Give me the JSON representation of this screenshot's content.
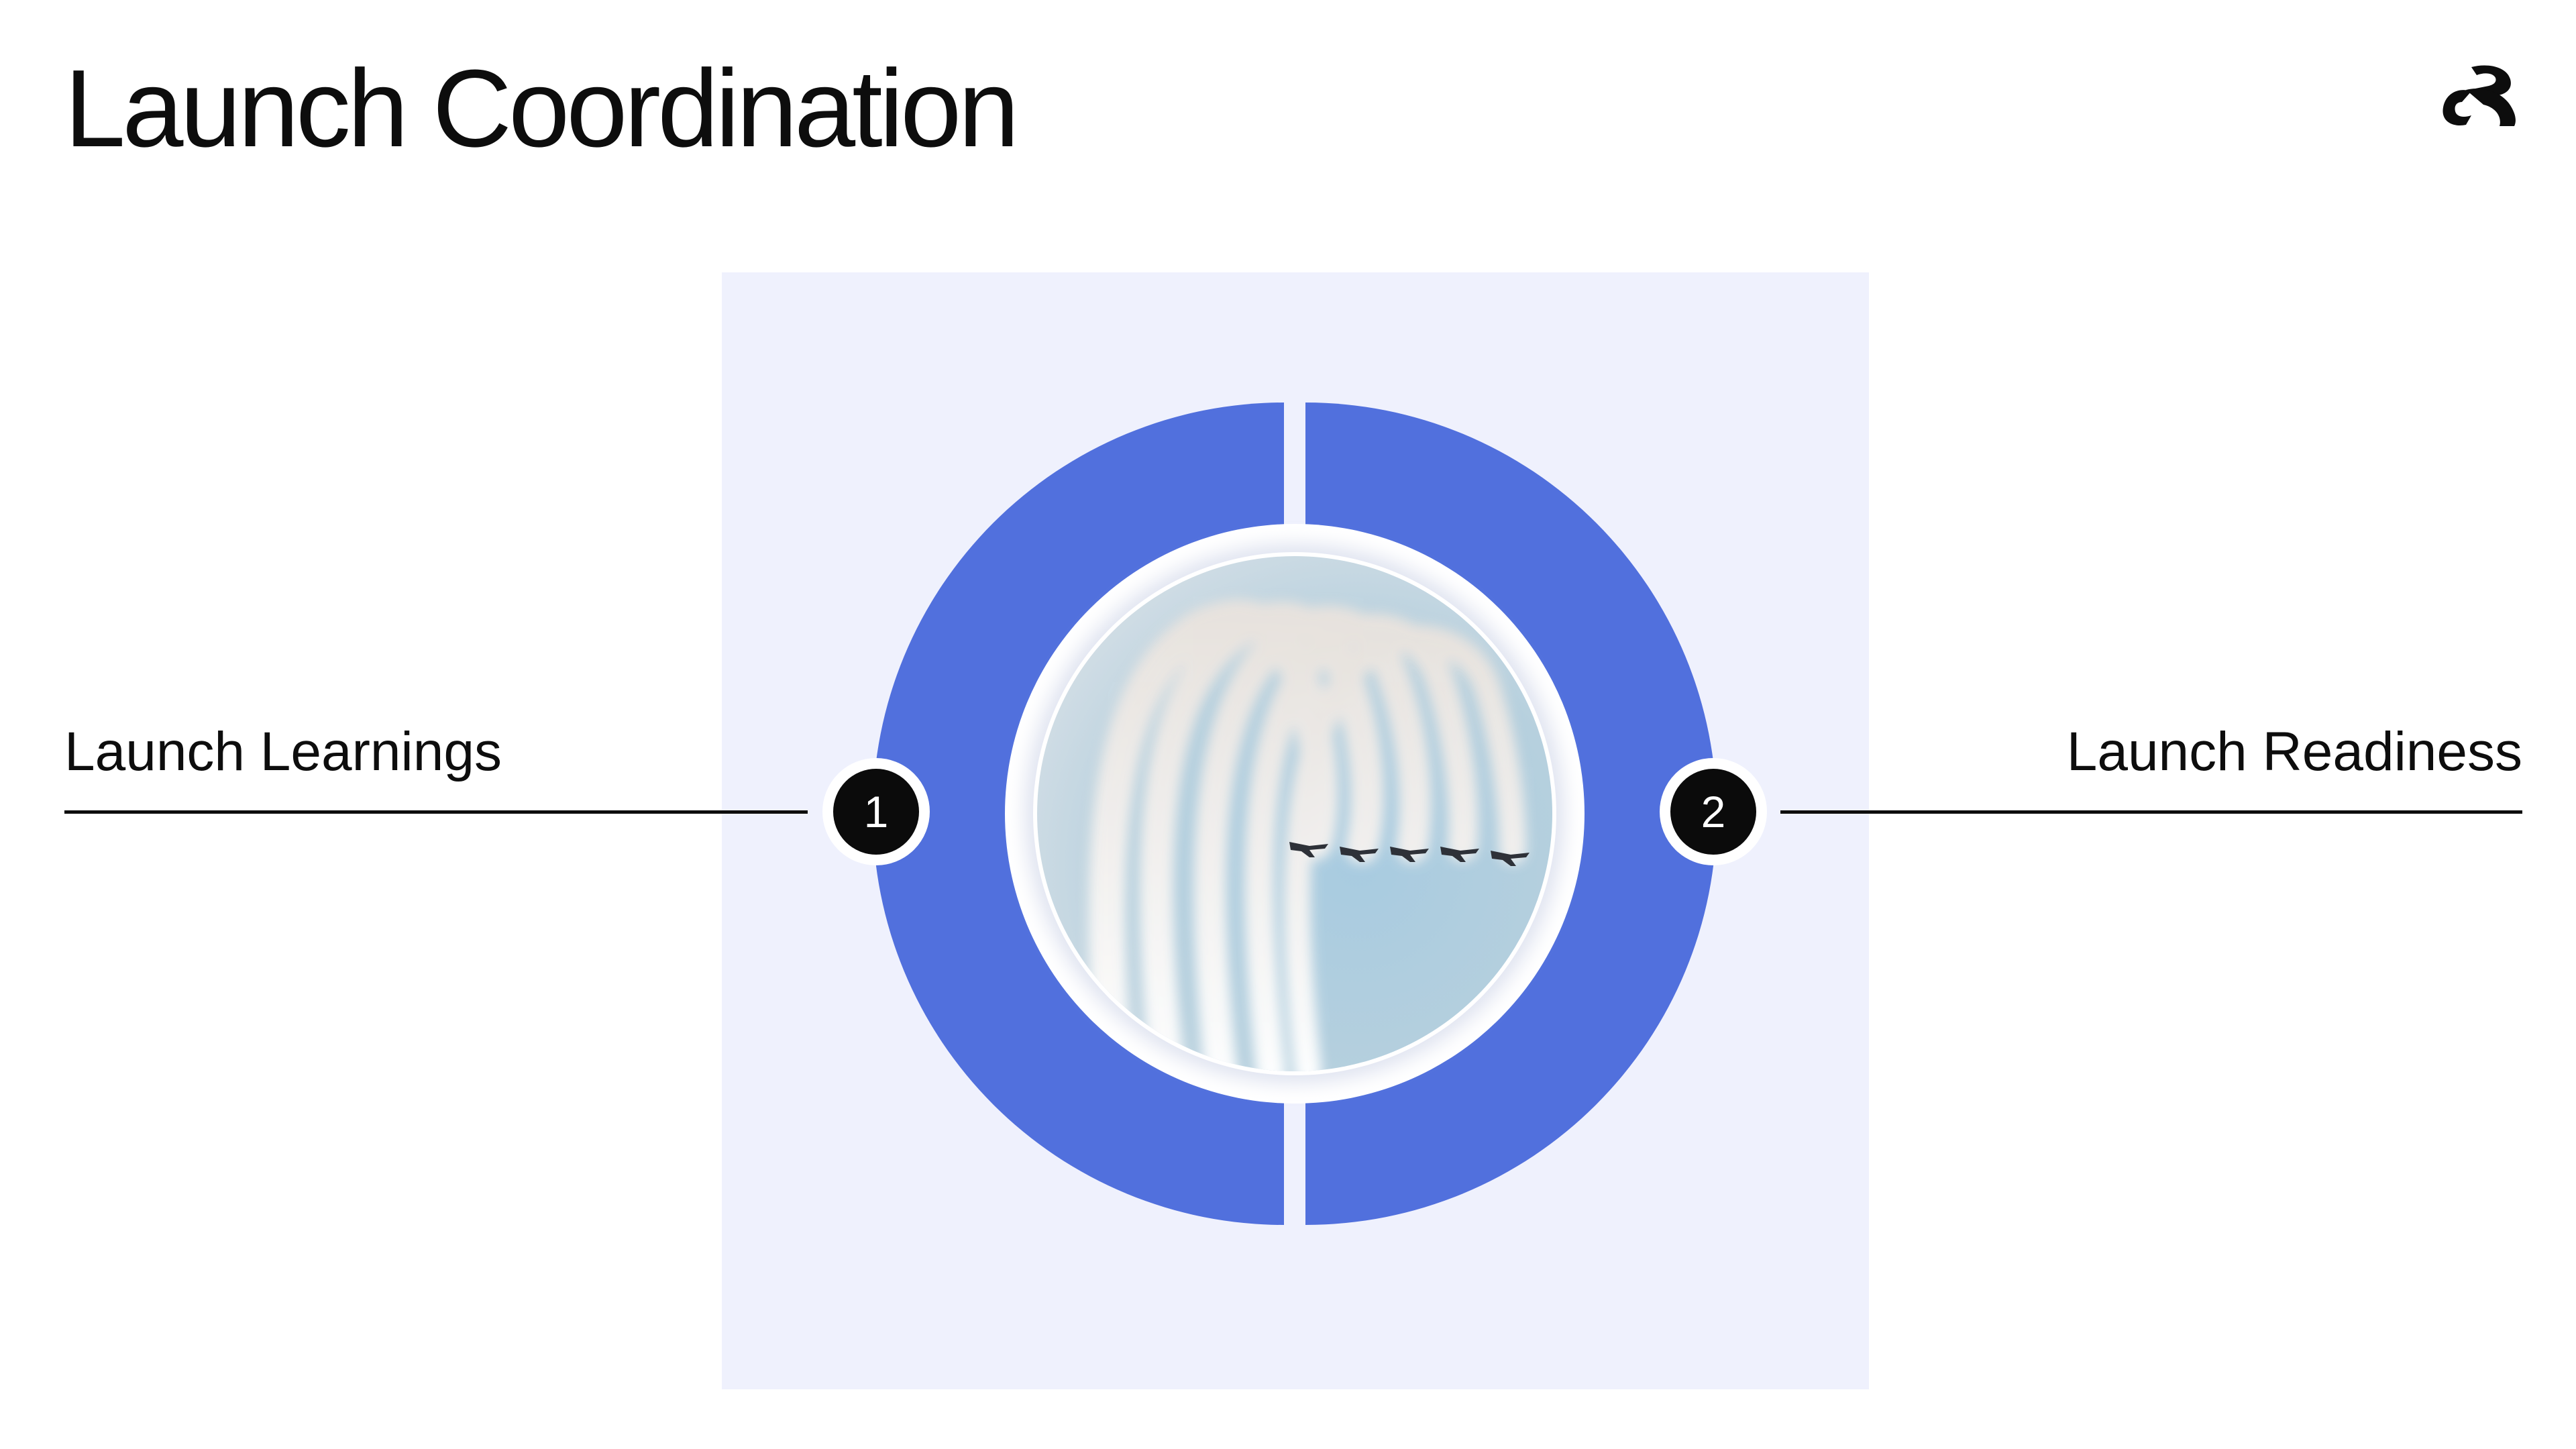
{
  "slide": {
    "title": "Launch Coordination"
  },
  "diagram": {
    "left": {
      "number": "1",
      "label": "Launch Learnings"
    },
    "right": {
      "number": "2",
      "label": "Launch Readiness"
    },
    "center_photo": "aerobatic-jets-smoke-trails"
  },
  "colors": {
    "ring": "#5170dd",
    "panel": "#eff1fd",
    "marker": "#0b0b0b",
    "text": "#0d0d0d",
    "sky": "#a9c8da"
  },
  "brand": {
    "logo_icon": "brand-logo-icon"
  }
}
